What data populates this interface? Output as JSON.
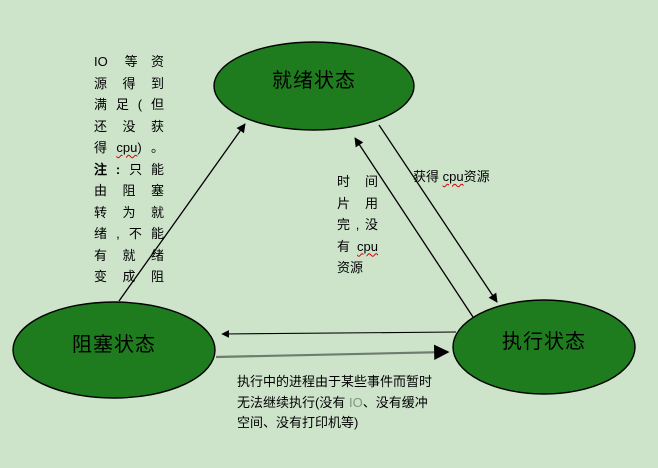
{
  "colors": {
    "bg": "#cde4cb",
    "node_fill": "#1e7b1e",
    "node_stroke": "#000000",
    "edge": "#000000",
    "edge_gray": "#6f7d6f",
    "misspell": "#d40000",
    "io_gray": "#7d967d",
    "text": "#000000"
  },
  "nodes": {
    "ready": {
      "label": "就绪状态"
    },
    "blocked": {
      "label": "阻塞状态"
    },
    "running": {
      "label": "执行状态"
    }
  },
  "annotations": {
    "left_note": {
      "line1": "IO 等资",
      "line2": "源得到",
      "line3": "满足(但",
      "line4": "还没获",
      "line5_pre": "得",
      "line5_cpu": "cpu",
      "line5_post": ")。",
      "line6_bold": "注:",
      "line6_rest": "只能",
      "line7": "由阻塞",
      "line8": "转为就",
      "line9": "绪,不能",
      "line10": "有就绪",
      "line11": "变成阻"
    },
    "time_note": {
      "line1": "时间",
      "line2": "片用",
      "line3": "完,没",
      "line4_pre": "有",
      "line4_cpu": "cpu",
      "line5": "资源"
    },
    "cpu_label": {
      "pre": "获得 ",
      "cpu": "cpu",
      "post": "资源"
    },
    "block_note": {
      "line1": "执行中的进程由于某些事件而暂时",
      "line2_pre": "无法继续执行(没有 ",
      "line2_io": "IO",
      "line2_post": "、没有缓冲",
      "line3": "空间、没有打印机等)"
    }
  }
}
